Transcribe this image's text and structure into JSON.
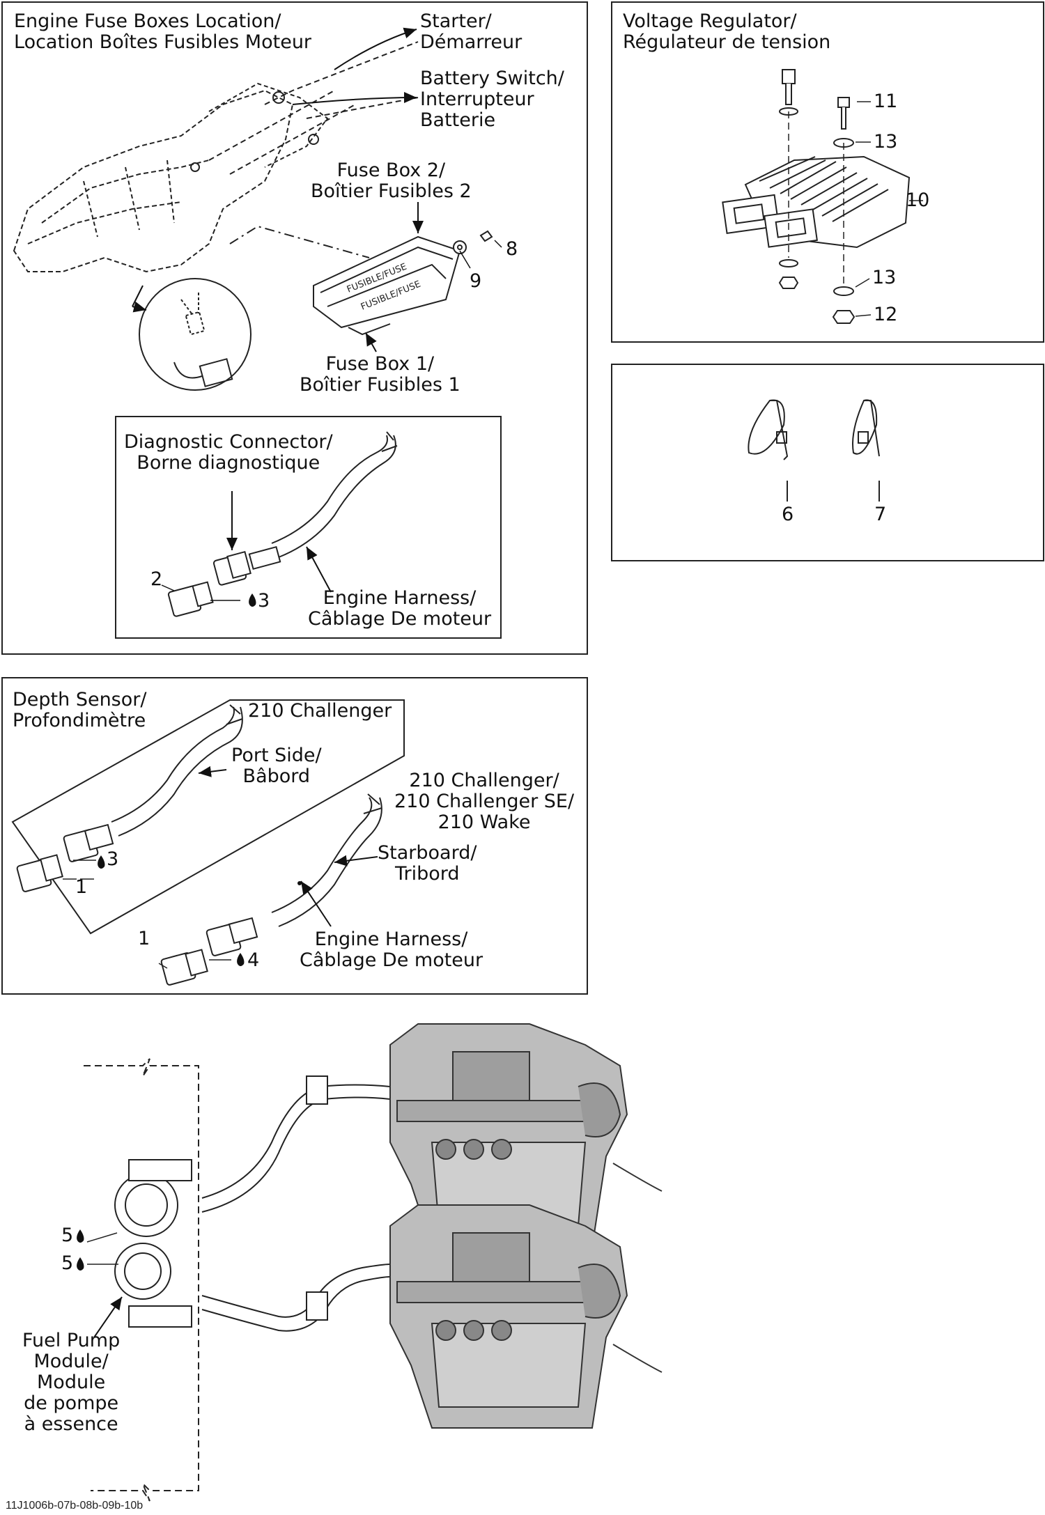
{
  "fuse_panel": {
    "title": [
      "Engine Fuse Boxes Location/",
      "Location Boîtes Fusibles Moteur"
    ],
    "starter": [
      "Starter/",
      "Démarreur"
    ],
    "battery_switch": [
      "Battery Switch/",
      "Interrupteur",
      "Batterie"
    ],
    "fuse_box_2": [
      "Fuse Box 2/",
      "Boîtier Fusibles 2"
    ],
    "fuse_box_1": [
      "Fuse Box 1/",
      "Boîtier Fusibles 1"
    ],
    "part_8": "8",
    "part_9": "9",
    "box_text": "FUSIBLE/FUSE",
    "diagnostic": {
      "title": [
        "Diagnostic Connector/",
        "Borne diagnostique"
      ],
      "part_2": "2",
      "part_3": "3",
      "harness": [
        "Engine Harness/",
        "Câblage De moteur"
      ]
    }
  },
  "regulator_panel": {
    "title": [
      "Voltage Regulator/",
      "Régulateur de tension"
    ],
    "parts": [
      "11",
      "13",
      "10",
      "13",
      "12"
    ]
  },
  "ties_panel": {
    "parts": [
      "6",
      "7"
    ]
  },
  "depth_panel": {
    "title": [
      "Depth Sensor/",
      "Profondimètre"
    ],
    "challenger": "210 Challenger",
    "port_side": [
      "Port Side/",
      "Bâbord"
    ],
    "models": [
      "210 Challenger/",
      "210 Challenger SE/",
      "210 Wake"
    ],
    "starboard": [
      "Starboard/",
      "Tribord"
    ],
    "harness": [
      "Engine Harness/",
      "Câblage De moteur"
    ],
    "part_1a": "1",
    "part_3": "3",
    "part_1b": "1",
    "part_4": "4"
  },
  "fuel_section": {
    "part_5a": "5",
    "part_5b": "5",
    "pump": [
      "Fuel Pump",
      "Module/",
      "Module",
      "de pompe",
      "à essence"
    ]
  },
  "footer": "11J1006b-07b-08b-09b-10b"
}
